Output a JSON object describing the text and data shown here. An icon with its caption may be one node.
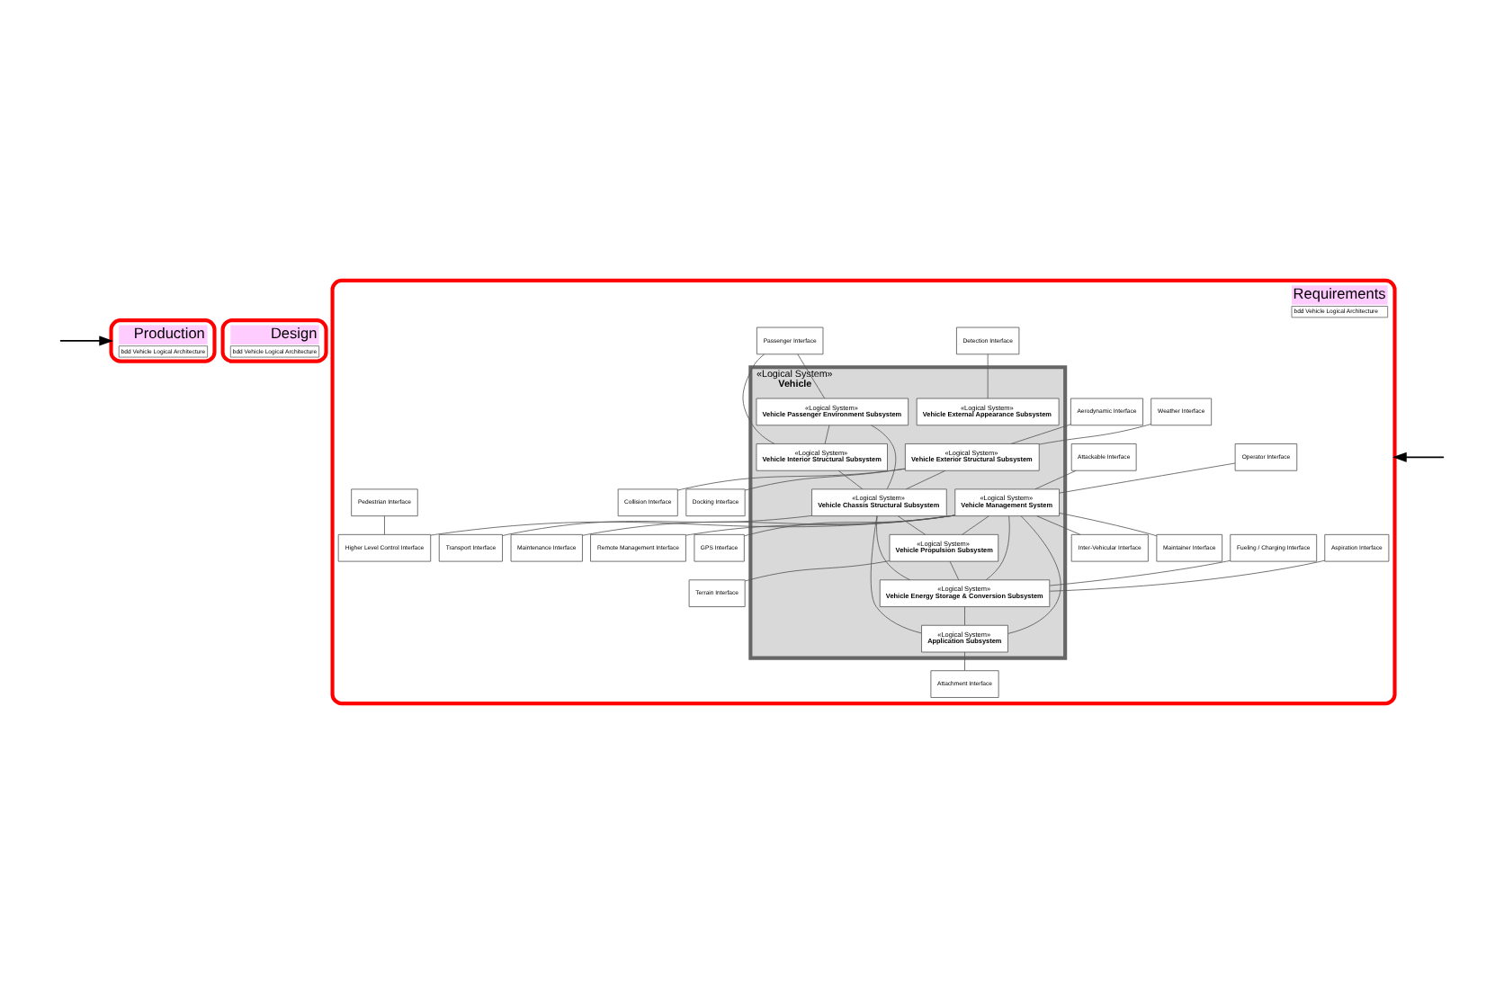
{
  "diagram": {
    "nodes": [
      {
        "text": [
          "Production",
          "bdd Vehicle Logical Architecture"
        ]
      },
      {
        "text": [
          "Design",
          "bdd Vehicle Logical Architecture"
        ]
      },
      {
        "text": [
          "Requirements",
          "bdd Vehicle Logical Architecture"
        ]
      },
      {
        "text": [
          "«Logical System»",
          "Vehicle"
        ],
        "in": 2
      },
      {
        "text": [
          "«Logical System»",
          "Vehicle Management System"
        ],
        "in": 3
      },
      {
        "text": [
          "«Logical System»",
          "Vehicle Passenger Environment Subsystem"
        ],
        "in": 3
      },
      {
        "text": [
          "«Logical System»",
          "Vehicle Exterior Structural Subsystem"
        ],
        "in": 3
      },
      {
        "text": [
          "«Logical System»",
          "Vehicle Interior Structural Subsystem"
        ],
        "in": 3
      },
      {
        "text": [
          "«Logical System»",
          "Vehicle External Appearance Subsystem"
        ],
        "in": 3
      },
      {
        "text": [
          "«Logical System»",
          "Application Subsystem"
        ],
        "in": 3
      },
      {
        "text": [
          "«Logical System»",
          "Vehicle Chassis Structural Subsystem"
        ],
        "in": 3
      },
      {
        "text": [
          "«Logical System»",
          "Vehicle Propulsion Subsystem"
        ],
        "in": 3
      },
      {
        "text": [
          "«Logical System»",
          "Vehicle Energy Storage & Conversion Subsystem"
        ],
        "in": 3
      },
      {
        "text": [
          "Operator Interface"
        ],
        "in": 2
      },
      {
        "text": [
          "Weather Interface"
        ],
        "in": 2
      },
      {
        "text": [
          "Aerodynamic Interface"
        ],
        "in": 2
      },
      {
        "text": [
          "Aspiration Interface"
        ],
        "in": 2
      },
      {
        "text": [
          "Fueling / Charging Interface"
        ],
        "in": 2
      },
      {
        "text": [
          "Attackable Interface"
        ],
        "in": 2
      },
      {
        "text": [
          "Detection Interface"
        ],
        "in": 2
      },
      {
        "text": [
          "Passenger Interface"
        ],
        "in": 2
      },
      {
        "text": [
          "Pedestrian Interface"
        ],
        "in": 2
      },
      {
        "text": [
          "Attachment Interface"
        ],
        "in": 2
      },
      {
        "text": [
          "Higher Level Control Interface"
        ],
        "in": 2
      },
      {
        "text": [
          "Collision Interface"
        ],
        "in": 2
      },
      {
        "text": [
          "Inter-Vehicular Interface"
        ],
        "in": 2
      },
      {
        "text": [
          "Maintainer Interface"
        ],
        "in": 2
      },
      {
        "text": [
          "Maintenance Interface"
        ],
        "in": 2
      },
      {
        "text": [
          "Remote Management Interface"
        ],
        "in": 2
      },
      {
        "text": [
          "GPS Interface"
        ],
        "in": 2
      },
      {
        "text": [
          "Terrain Interface"
        ],
        "in": 2
      },
      {
        "text": [
          "Docking Interface"
        ],
        "in": 2
      },
      {
        "text": [
          "Transport Interface"
        ],
        "in": 2
      }
    ],
    "edges": [
      {
        "from": 13,
        "to": 4,
        "arrow": "none"
      },
      {
        "from": 14,
        "to": 6,
        "arrow": "none"
      },
      {
        "from": 15,
        "to": 6,
        "arrow": "none"
      },
      {
        "from": 16,
        "to": 12,
        "arrow": "none"
      },
      {
        "from": 17,
        "to": 12,
        "arrow": "none"
      },
      {
        "from": 18,
        "to": 4,
        "arrow": "none"
      },
      {
        "from": 19,
        "to": 8,
        "arrow": "none"
      },
      {
        "from": 4,
        "to": 9,
        "arrow": "none"
      },
      {
        "from": 20,
        "to": 5,
        "arrow": "none"
      },
      {
        "from": 20,
        "to": 7,
        "arrow": "none"
      },
      {
        "from": 5,
        "to": 7,
        "arrow": "none"
      },
      {
        "from": 5,
        "to": 10,
        "arrow": "none"
      },
      {
        "from": 7,
        "to": 10,
        "arrow": "none"
      },
      {
        "from": 6,
        "to": 10,
        "arrow": "none"
      },
      {
        "from": 6,
        "to": 24,
        "arrow": "none"
      },
      {
        "from": 6,
        "to": 31,
        "arrow": "none"
      },
      {
        "from": 10,
        "to": 11,
        "arrow": "none"
      },
      {
        "from": 10,
        "to": 9,
        "arrow": "none"
      },
      {
        "from": 10,
        "to": 32,
        "arrow": "none"
      },
      {
        "from": 10,
        "to": 12,
        "arrow": "none"
      },
      {
        "from": 21,
        "to": 23,
        "arrow": "none"
      },
      {
        "from": 11,
        "to": 12,
        "arrow": "none"
      },
      {
        "from": 11,
        "to": 30,
        "arrow": "none"
      },
      {
        "from": 4,
        "to": 26,
        "arrow": "none"
      },
      {
        "from": 4,
        "to": 27,
        "arrow": "none"
      },
      {
        "from": 4,
        "to": 28,
        "arrow": "none"
      },
      {
        "from": 4,
        "to": 29,
        "arrow": "none"
      },
      {
        "from": 4,
        "to": 25,
        "arrow": "none"
      },
      {
        "from": 4,
        "to": 12,
        "arrow": "none"
      },
      {
        "from": 4,
        "to": 11,
        "arrow": "none"
      },
      {
        "from": 12,
        "to": 9,
        "arrow": "none"
      },
      {
        "from": 9,
        "to": 22,
        "arrow": "none"
      },
      {
        "from": 4,
        "to": 23,
        "arrow": "none"
      },
      {
        "from": null,
        "to": 2,
        "arrow": "to"
      },
      {
        "from": null,
        "to": 0,
        "arrow": "to"
      }
    ]
  }
}
